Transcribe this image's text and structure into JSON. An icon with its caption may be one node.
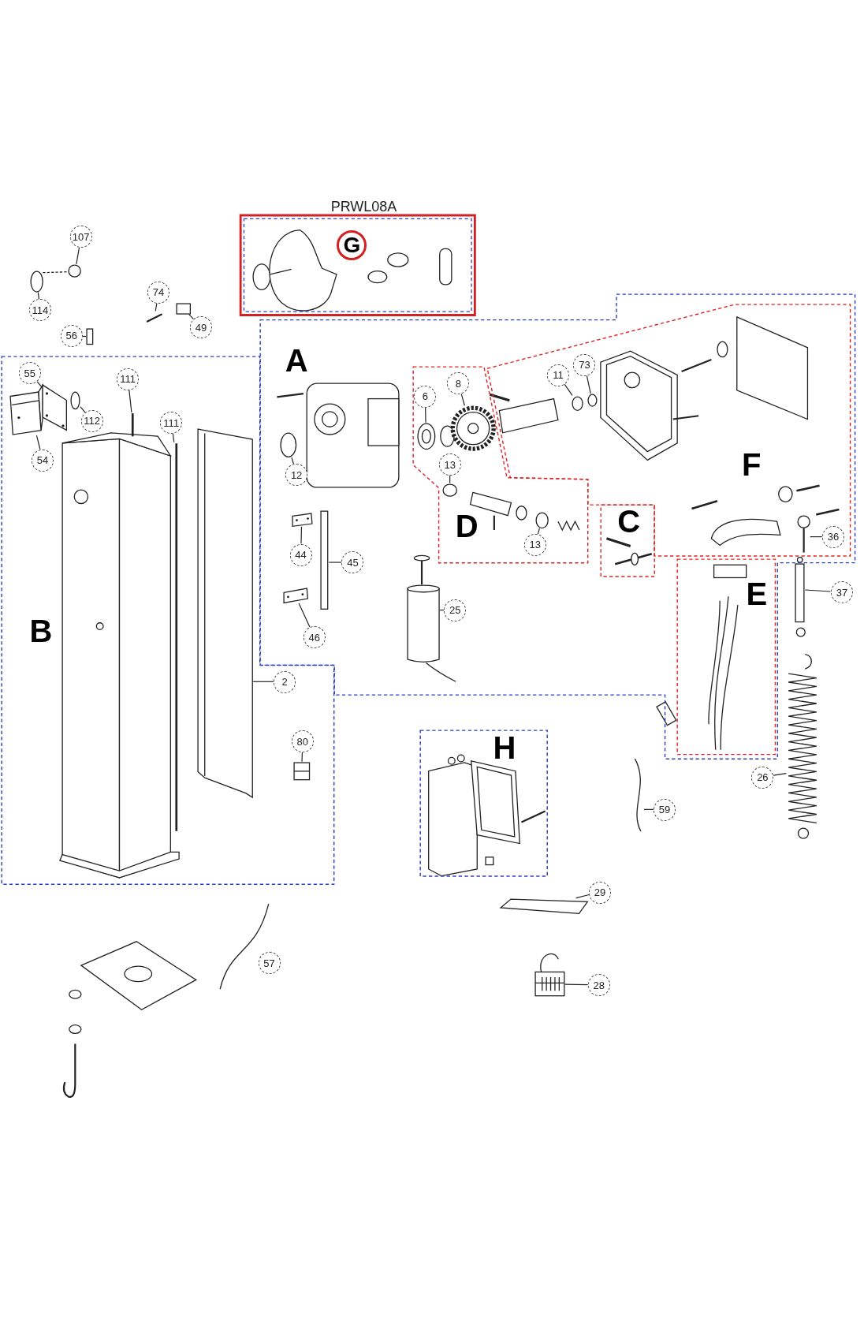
{
  "diagram": {
    "nodes": [
      {
        "text": [
          "PRWL08A",
          "G"
        ]
      },
      {
        "text": [
          "A"
        ]
      },
      {
        "text": [
          "F"
        ],
        "in": 1
      },
      {
        "text": [
          "D"
        ],
        "in": 1
      },
      {
        "text": [
          "C"
        ],
        "in": 1
      },
      {
        "text": [
          "E"
        ],
        "in": 1
      },
      {
        "text": [
          "B"
        ]
      },
      {
        "text": [
          "H"
        ]
      },
      {
        "text": [
          "107"
        ]
      },
      {
        "text": [
          "74"
        ]
      },
      {
        "text": [
          "114"
        ]
      },
      {
        "text": [
          "49"
        ]
      },
      {
        "text": [
          "56"
        ]
      },
      {
        "text": [
          "55"
        ],
        "in": 6
      },
      {
        "text": [
          "111"
        ],
        "in": 6
      },
      {
        "text": [
          "73"
        ],
        "in": 2
      },
      {
        "text": [
          "11"
        ],
        "in": 2
      },
      {
        "text": [
          "8"
        ],
        "in": 3
      },
      {
        "text": [
          "6"
        ],
        "in": 3
      },
      {
        "text": [
          "112"
        ],
        "in": 6
      },
      {
        "text": [
          "111"
        ],
        "in": 6
      },
      {
        "text": [
          "54"
        ],
        "in": 6
      },
      {
        "text": [
          "13"
        ],
        "in": 3
      },
      {
        "text": [
          "12"
        ],
        "in": 1
      },
      {
        "text": [
          "36"
        ],
        "in": 2
      },
      {
        "text": [
          "13"
        ],
        "in": 3
      },
      {
        "text": [
          "44"
        ],
        "in": 1
      },
      {
        "text": [
          "45"
        ],
        "in": 1
      },
      {
        "text": [
          "37"
        ]
      },
      {
        "text": [
          "25"
        ],
        "in": 1
      },
      {
        "text": [
          "46"
        ],
        "in": 1
      },
      {
        "text": [
          "2"
        ],
        "in": 6
      },
      {
        "text": [
          "80"
        ],
        "in": 6
      },
      {
        "text": [
          "26"
        ]
      },
      {
        "text": [
          "59"
        ]
      },
      {
        "text": [
          "29"
        ]
      },
      {
        "text": [
          "57"
        ]
      },
      {
        "text": [
          "28"
        ]
      },
      {
        "text": [],
        "shape": "circle"
      },
      {
        "text": [],
        "shape": "bar"
      },
      {
        "text": [],
        "shape": "circle"
      },
      {
        "text": [],
        "shape": "box"
      },
      {
        "text": [],
        "shape": "box"
      },
      {
        "text": [],
        "shape": "picture",
        "in": 6
      },
      {
        "text": [],
        "shape": "bar",
        "in": 6
      },
      {
        "text": [],
        "shape": "circle",
        "in": 2
      },
      {
        "text": [],
        "shape": "circle",
        "in": 2
      },
      {
        "text": [],
        "shape": "picture",
        "in": 3
      },
      {
        "text": [],
        "shape": "picture",
        "in": 3
      },
      {
        "text": [],
        "shape": "circle",
        "in": 6
      },
      {
        "text": [],
        "shape": "bar",
        "in": 6
      },
      {
        "text": [],
        "shape": "picture",
        "in": 6
      },
      {
        "text": [],
        "shape": "circle",
        "in": 3
      },
      {
        "text": [],
        "shape": "circle",
        "in": 1
      },
      {
        "text": [],
        "shape": "picture",
        "in": 2
      },
      {
        "text": [],
        "shape": "circle",
        "in": 3
      },
      {
        "text": [],
        "shape": "picture",
        "in": 1
      },
      {
        "text": [],
        "shape": "box",
        "in": 1
      },
      {
        "text": [],
        "shape": "box"
      },
      {
        "text": [],
        "shape": "cylinder",
        "in": 1
      },
      {
        "text": [],
        "shape": "picture",
        "in": 1
      },
      {
        "text": [],
        "shape": "picture",
        "in": 6
      },
      {
        "text": [],
        "shape": "picture",
        "in": 6
      },
      {
        "text": [],
        "shape": "picture"
      },
      {
        "text": [],
        "shape": "picture"
      },
      {
        "text": [],
        "shape": "picture"
      },
      {
        "text": [],
        "shape": "picture"
      },
      {
        "text": [],
        "shape": "picture"
      }
    ],
    "edges": [
      {
        "from": 8,
        "to": 38,
        "arrow": "none"
      },
      {
        "from": 9,
        "to": 39,
        "arrow": "none"
      },
      {
        "from": 10,
        "to": 40,
        "arrow": "none"
      },
      {
        "from": 11,
        "to": 41,
        "arrow": "none"
      },
      {
        "from": 12,
        "to": 42,
        "arrow": "none"
      },
      {
        "from": 13,
        "to": 43,
        "arrow": "none"
      },
      {
        "from": 14,
        "to": 44,
        "arrow": "none"
      },
      {
        "from": 15,
        "to": 46,
        "arrow": "none"
      },
      {
        "from": 16,
        "to": 45,
        "arrow": "none"
      },
      {
        "from": 17,
        "to": 48,
        "arrow": "none"
      },
      {
        "from": 18,
        "to": 47,
        "arrow": "none"
      },
      {
        "from": 19,
        "to": 49,
        "arrow": "none"
      },
      {
        "from": 20,
        "to": 50,
        "arrow": "none"
      },
      {
        "from": 21,
        "to": 51,
        "arrow": "none"
      },
      {
        "from": 22,
        "to": 52,
        "arrow": "none"
      },
      {
        "from": 23,
        "to": 53,
        "arrow": "none"
      },
      {
        "from": 24,
        "to": 54,
        "arrow": "none"
      },
      {
        "from": 25,
        "to": 55,
        "arrow": "none"
      },
      {
        "from": 26,
        "to": 56,
        "arrow": "none"
      },
      {
        "from": 27,
        "to": 57,
        "arrow": "none"
      },
      {
        "from": 28,
        "to": 58,
        "arrow": "none"
      },
      {
        "from": 29,
        "to": 59,
        "arrow": "none"
      },
      {
        "from": 30,
        "to": 60,
        "arrow": "none"
      },
      {
        "from": 31,
        "to": 61,
        "arrow": "none"
      },
      {
        "from": 32,
        "to": 62,
        "arrow": "none"
      },
      {
        "from": 33,
        "to": 63,
        "arrow": "none"
      },
      {
        "from": 34,
        "to": 64,
        "arrow": "none"
      },
      {
        "from": 35,
        "to": 65,
        "arrow": "none"
      },
      {
        "from": 36,
        "to": 66,
        "arrow": "none"
      },
      {
        "from": 37,
        "to": 67,
        "arrow": "none"
      }
    ]
  }
}
